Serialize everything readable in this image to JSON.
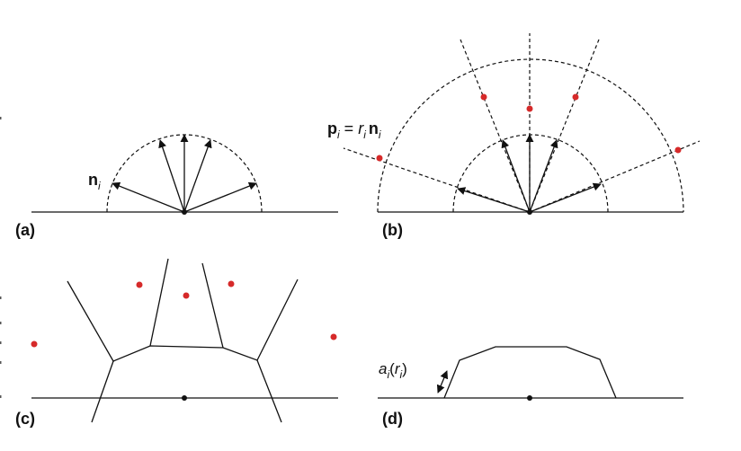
{
  "panels": {
    "a": {
      "label": "(a)",
      "normal_label": "n",
      "normal_sub": "i"
    },
    "b": {
      "label": "(b)",
      "eq_p": "p",
      "eq_p_sub": "i",
      "eq_eq": " = ",
      "eq_r": "r",
      "eq_r_sub": "i",
      "eq_n": "n",
      "eq_n_sub": "i"
    },
    "c": {
      "label": "(c)"
    },
    "d": {
      "label": "(d)",
      "area_a": "a",
      "area_a_sub": "i",
      "area_open": "(",
      "area_r": "r",
      "area_r_sub": "i",
      "area_close": ")"
    }
  },
  "colors": {
    "line": "#111111",
    "sample_point": "#d62a2a"
  }
}
